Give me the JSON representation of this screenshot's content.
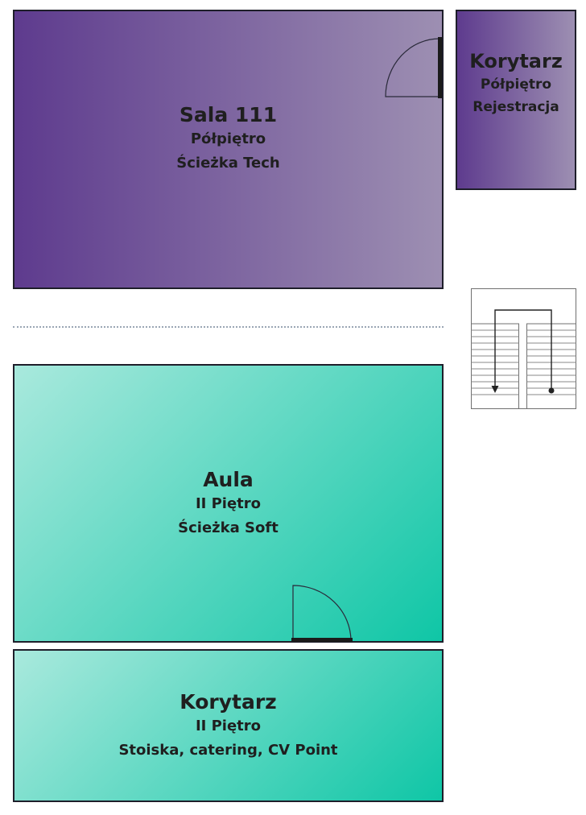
{
  "colors": {
    "upper_floor_gradient": [
      "#5e3b8e",
      "#9d8fb2"
    ],
    "lower_floor_gradient": [
      "#a9e9dd",
      "#0fc6a6"
    ],
    "wall": "#1e1e2a",
    "text": "#1f1f1f",
    "divider": "#9aa6b4"
  },
  "rooms": {
    "sala111": {
      "name": "Sala 111",
      "floor": "Półpiętro",
      "track": "Ścieżka Tech"
    },
    "korytarz_top": {
      "name": "Korytarz",
      "floor": "Półpiętro",
      "track": "Rejestracja"
    },
    "aula": {
      "name": "Aula",
      "floor": "II Piętro",
      "track": "Ścieżka Soft"
    },
    "korytarz_bottom": {
      "name": "Korytarz",
      "floor": "II Piętro",
      "track": "Stoiska, catering, CV Point"
    }
  },
  "icons": {
    "door": "door-icon",
    "stairs": "stairs-icon"
  }
}
